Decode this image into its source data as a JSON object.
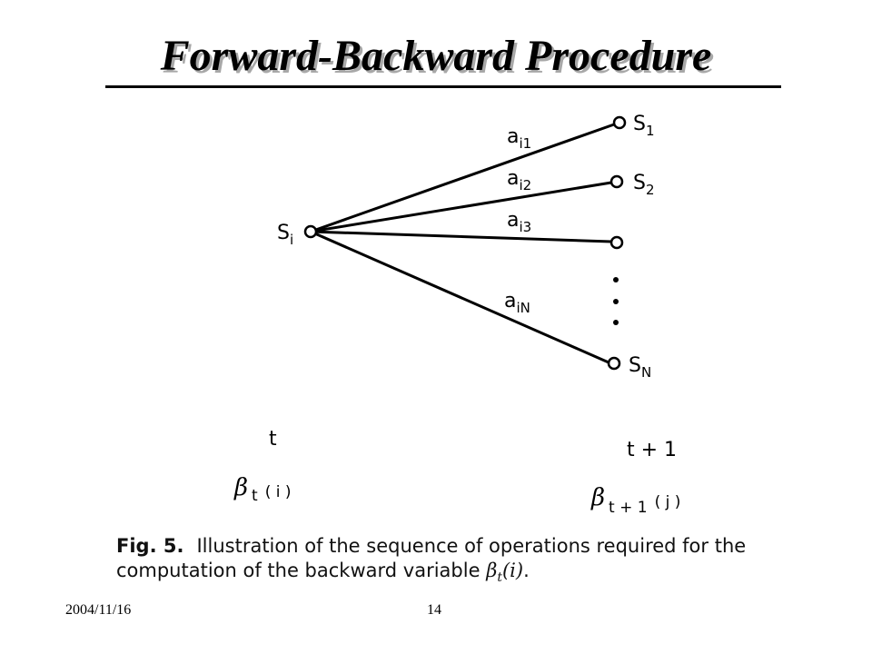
{
  "slide": {
    "title": "Forward-Backward Procedure",
    "footer_date": "2004/11/16",
    "page_number": "14"
  },
  "diagram": {
    "source_node": {
      "label": "S",
      "sub": "i"
    },
    "edges": [
      {
        "label": "a",
        "sub": "i1"
      },
      {
        "label": "a",
        "sub": "i2"
      },
      {
        "label": "a",
        "sub": "i3"
      },
      {
        "label": "a",
        "sub": "iN"
      }
    ],
    "target_nodes": [
      {
        "label": "S",
        "sub": "1"
      },
      {
        "label": "S",
        "sub": "2"
      },
      {
        "label": "",
        "sub": ""
      },
      {
        "label": "S",
        "sub": "N"
      }
    ],
    "time_left": "t",
    "time_right": "t + 1",
    "beta_left": {
      "symbol": "β",
      "sub": "t",
      "arg": "( i )"
    },
    "beta_right": {
      "symbol": "β",
      "sub": "t + 1",
      "arg": "( j )"
    }
  },
  "caption": {
    "figure_label": "Fig. 5.",
    "text": "Illustration of the sequence of operations required for the computation of the backward variable",
    "symbol": "β",
    "symbol_sub": "t",
    "symbol_arg": "(i)",
    "end": "."
  }
}
